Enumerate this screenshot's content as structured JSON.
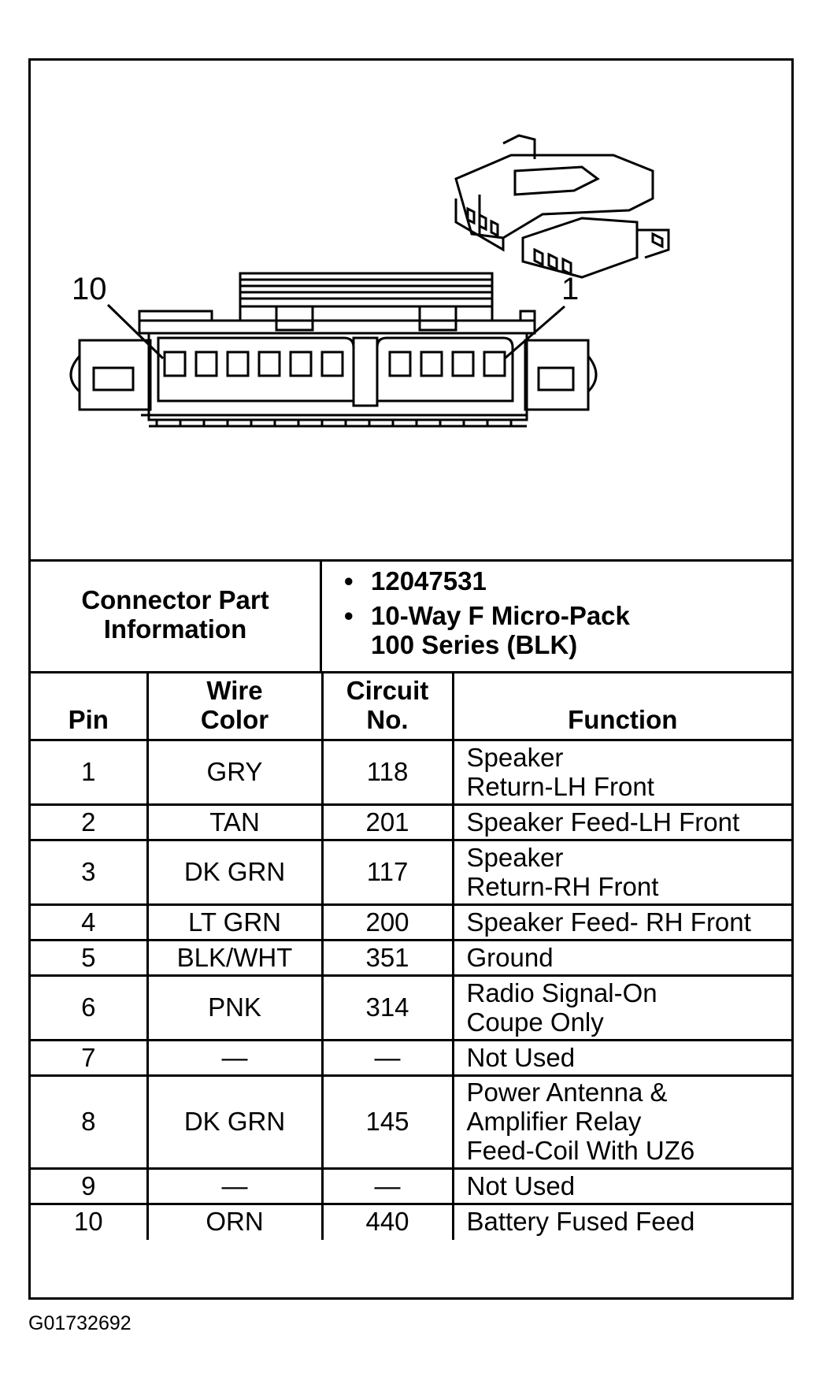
{
  "diagram": {
    "callout_left": "10",
    "callout_right": "1"
  },
  "part_info": {
    "label_line1": "Connector Part",
    "label_line2": "Information",
    "values": [
      "12047531",
      "10-Way F Micro-Pack",
      "100 Series (BLK)"
    ]
  },
  "table": {
    "headers": {
      "pin": "Pin",
      "wire_color_1": "Wire",
      "wire_color_2": "Color",
      "circuit_1": "Circuit",
      "circuit_2": "No.",
      "function": "Function"
    },
    "rows": [
      {
        "pin": "1",
        "color": "GRY",
        "circuit": "118",
        "function": "Speaker\nReturn-LH Front"
      },
      {
        "pin": "2",
        "color": "TAN",
        "circuit": "201",
        "function": "Speaker Feed-LH Front"
      },
      {
        "pin": "3",
        "color": "DK GRN",
        "circuit": "117",
        "function": "Speaker\nReturn-RH Front"
      },
      {
        "pin": "4",
        "color": "LT GRN",
        "circuit": "200",
        "function": "Speaker Feed- RH Front"
      },
      {
        "pin": "5",
        "color": "BLK/WHT",
        "circuit": "351",
        "function": "Ground"
      },
      {
        "pin": "6",
        "color": "PNK",
        "circuit": "314",
        "function": "Radio Signal-On\nCoupe Only"
      },
      {
        "pin": "7",
        "color": "—",
        "circuit": "—",
        "function": "Not Used"
      },
      {
        "pin": "8",
        "color": "DK GRN",
        "circuit": "145",
        "function": "Power Antenna &\nAmplifier Relay\nFeed-Coil With UZ6"
      },
      {
        "pin": "9",
        "color": "—",
        "circuit": "—",
        "function": "Not Used"
      },
      {
        "pin": "10",
        "color": "ORN",
        "circuit": "440",
        "function": "Battery Fused Feed"
      }
    ]
  },
  "figure_id": "G01732692"
}
